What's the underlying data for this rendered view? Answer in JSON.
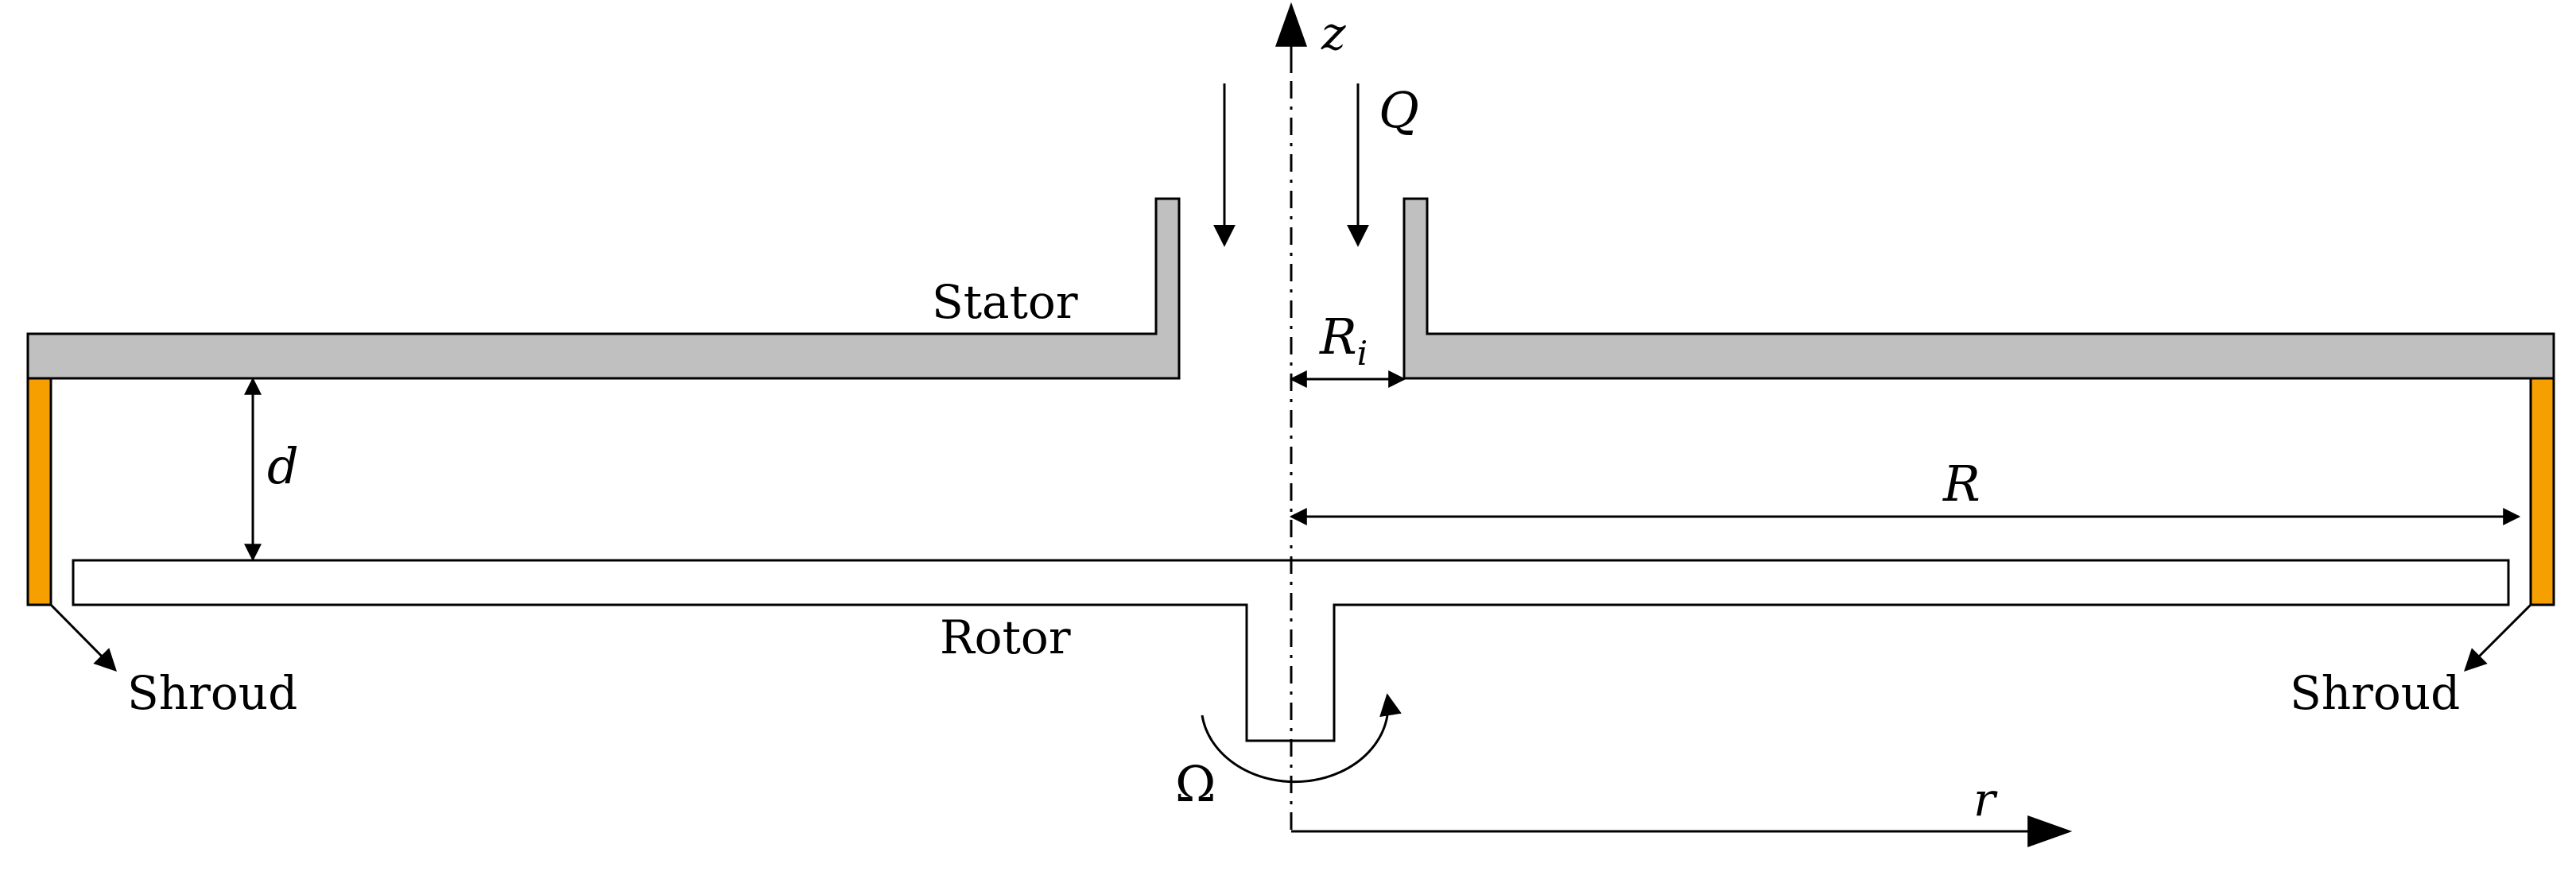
{
  "labels": {
    "stator": "Stator",
    "rotor": "Rotor",
    "shroud_left": "Shroud",
    "shroud_right": "Shroud",
    "z_axis": "z",
    "r_axis": "r",
    "flow": "Q",
    "inner_radius_base": "R",
    "inner_radius_sub": "i",
    "outer_radius": "R",
    "gap": "d",
    "rotation": "Ω"
  },
  "colors": {
    "stator_fill": "#c0c0c0",
    "shroud_fill": "#f5a000",
    "rotor_fill": "#ffffff",
    "line": "#000000"
  }
}
